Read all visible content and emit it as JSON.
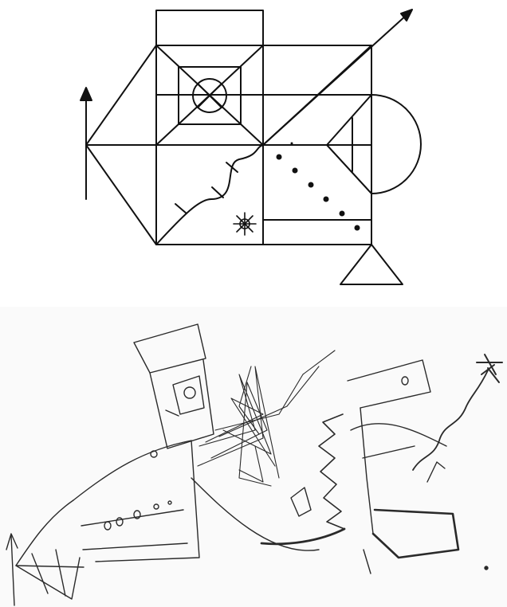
{
  "figure": {
    "panels": [
      {
        "id": "model",
        "kind": "line-drawing"
      },
      {
        "id": "copy",
        "kind": "hand-drawn-reproduction"
      }
    ],
    "colors": {
      "ink": "#111111",
      "pencil": "#2a2a2a",
      "paper": "#ffffff"
    },
    "icons": [
      "arrow-up-icon",
      "arrow-diagonal-icon",
      "sun-icon",
      "circle-cross-icon",
      "triangle-icon"
    ]
  }
}
